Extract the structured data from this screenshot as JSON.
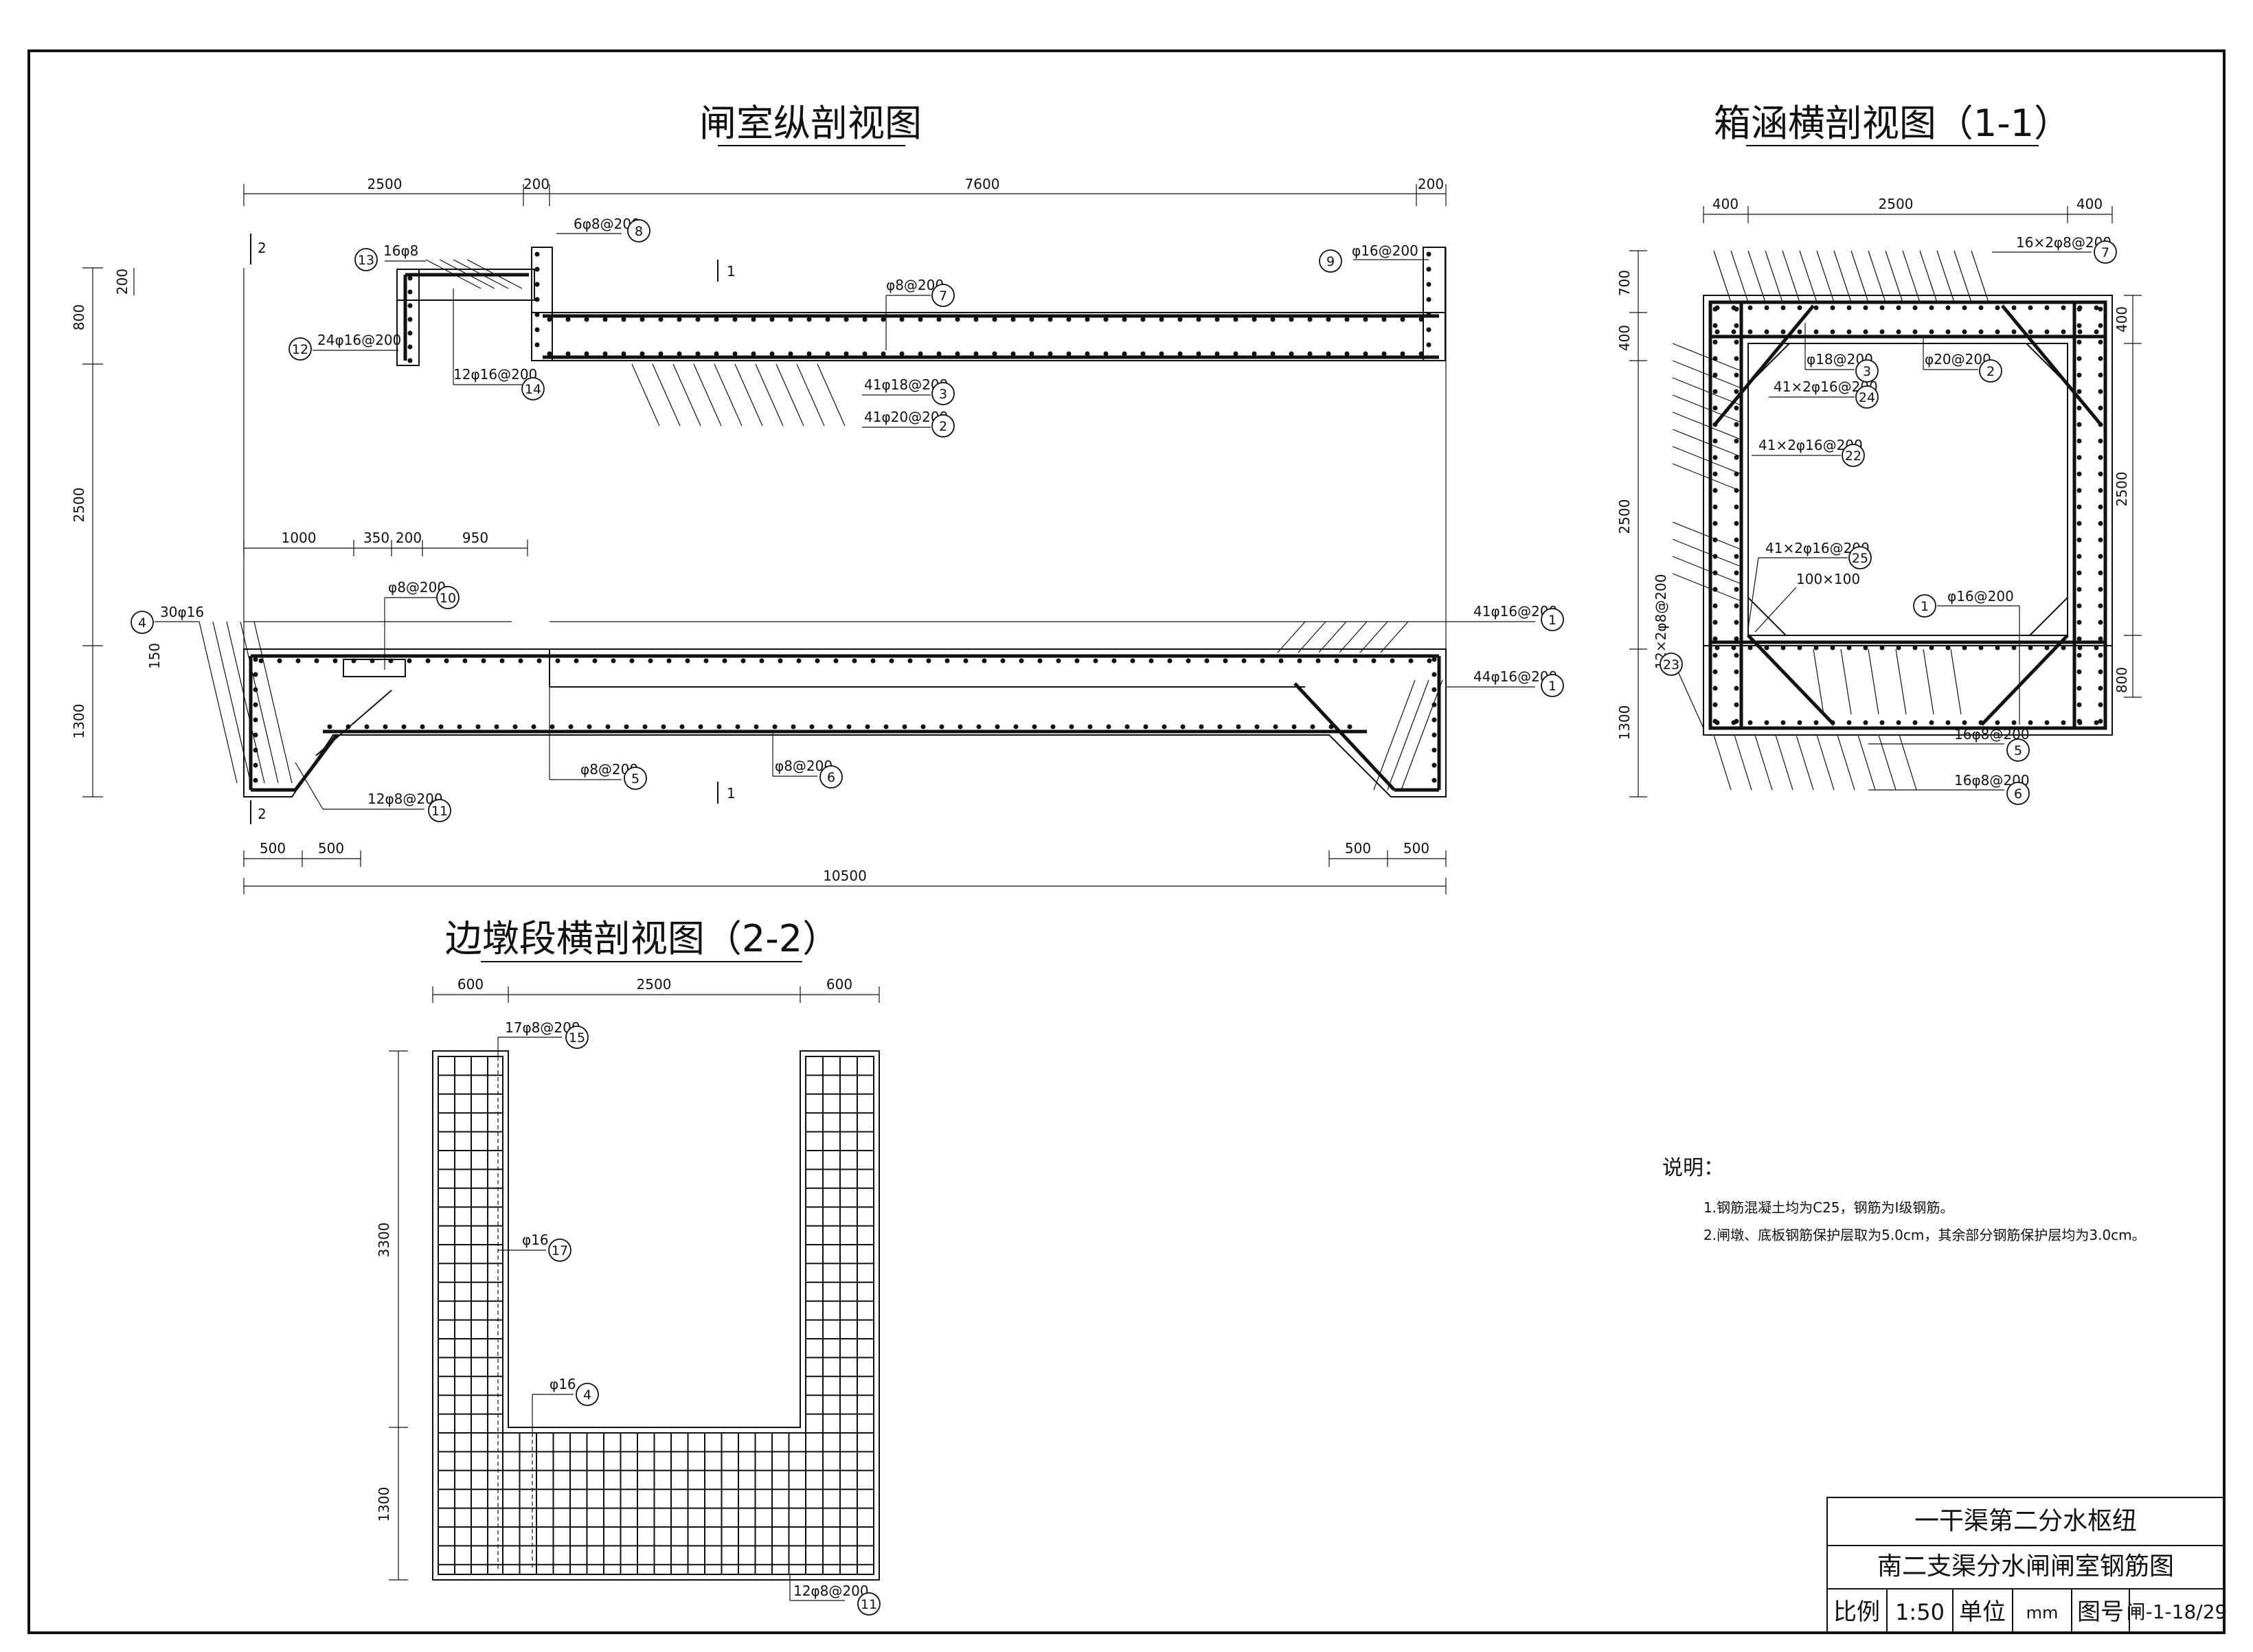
{
  "views": {
    "longitudinal": {
      "title": "闸室纵剖视图",
      "dims_top": [
        "2500",
        "200",
        "7600",
        "200"
      ],
      "dims_mid": [
        "1000",
        "350",
        "200",
        "950"
      ],
      "dims_left": [
        "200",
        "800",
        "2500",
        "150",
        "1300"
      ],
      "dims_bottom": [
        "500",
        "500",
        "500",
        "500"
      ],
      "dim_total": "10500",
      "section_marks": [
        "2",
        "1",
        "1",
        "2"
      ],
      "labels": [
        {
          "text": "6φ8@200",
          "num": "8"
        },
        {
          "text": "16φ8",
          "num": "13"
        },
        {
          "text": "24φ16@200",
          "num": "12"
        },
        {
          "text": "12φ16@200",
          "num": "14"
        },
        {
          "text": "φ16@200",
          "num": "9"
        },
        {
          "text": "φ8@200",
          "num": "7"
        },
        {
          "text": "41φ18@200",
          "num": "3"
        },
        {
          "text": "41φ20@200",
          "num": "2"
        },
        {
          "text": "30φ16",
          "num": "4"
        },
        {
          "text": "φ8@200",
          "num": "10"
        },
        {
          "text": "41φ16@200",
          "num": "1"
        },
        {
          "text": "44φ16@200",
          "num": "1"
        },
        {
          "text": "φ8@200",
          "num": "5"
        },
        {
          "text": "φ8@200",
          "num": "6"
        },
        {
          "text": "12φ8@200",
          "num": "11"
        }
      ]
    },
    "box_culvert": {
      "title": "箱涵横剖视图（1-1）",
      "dims_top": [
        "400",
        "2500",
        "400"
      ],
      "dims_left": [
        "700",
        "400",
        "2500",
        "1300"
      ],
      "dims_right": [
        "400",
        "2500",
        "800"
      ],
      "labels": [
        {
          "text": "16×2φ8@200",
          "num": "7"
        },
        {
          "text": "φ18@200",
          "num": "3"
        },
        {
          "text": "φ20@200",
          "num": "2"
        },
        {
          "text": "41×2φ16@200",
          "num": "24"
        },
        {
          "text": "41×2φ16@200",
          "num": "22"
        },
        {
          "text": "41×2φ16@200",
          "num": "25"
        },
        {
          "text": "100×100",
          "num": ""
        },
        {
          "text": "φ16@200",
          "num": "1"
        },
        {
          "text": "12×2φ8@200",
          "num": "23"
        },
        {
          "text": "16φ8@200",
          "num": "5"
        },
        {
          "text": "16φ8@200",
          "num": "6"
        }
      ]
    },
    "side_pier": {
      "title": "边墩段横剖视图（2-2）",
      "dims_top": [
        "600",
        "2500",
        "600"
      ],
      "dims_left": [
        "3300",
        "1300"
      ],
      "labels": [
        {
          "text": "17φ8@200",
          "num": "15"
        },
        {
          "text": "φ16",
          "num": "17"
        },
        {
          "text": "φ16",
          "num": "4"
        },
        {
          "text": "12φ8@200",
          "num": "11"
        }
      ]
    }
  },
  "notes": {
    "heading": "说明：",
    "items": [
      "1.钢筋混凝土均为C25，钢筋为Ⅰ级钢筋。",
      "2.闸墩、底板钢筋保护层取为5.0cm，其余部分钢筋保护层均为3.0cm。"
    ]
  },
  "title_block": {
    "project": "一干渠第二分水枢纽",
    "drawing_name": "南二支渠分水闸闸室钢筋图",
    "scale_label": "比例",
    "scale_value": "1:50",
    "unit_label": "单位",
    "unit_value": "mm",
    "drawing_no_label": "图号",
    "drawing_no_value": "闸-1-18/29"
  }
}
